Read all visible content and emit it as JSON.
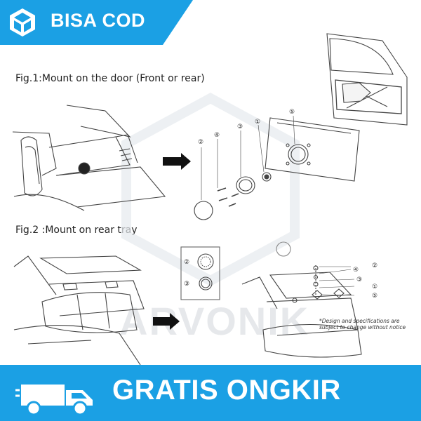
{
  "banner": {
    "cod_label": "BISA COD",
    "cod_color": "#1ba0e4",
    "logo_icon": "cube-logo-icon"
  },
  "figures": {
    "fig1_label": "Fig.1:Mount on the door (Front or rear)",
    "fig2_label": "Fig.2 :Mount on rear tray"
  },
  "callouts": {
    "fig1": [
      "②",
      "④",
      "③",
      "①",
      "⑤"
    ],
    "fig2_small": [
      "②",
      "③"
    ],
    "fig2_large": [
      "②",
      "④",
      "③",
      "①",
      "⑤"
    ]
  },
  "note": "*Design and specifications are subject to change without notice",
  "watermark": "ARVONIK",
  "footer": {
    "label": "GRATIS ONGKIR",
    "icon": "delivery-truck-icon",
    "color": "#1ba0e4"
  }
}
